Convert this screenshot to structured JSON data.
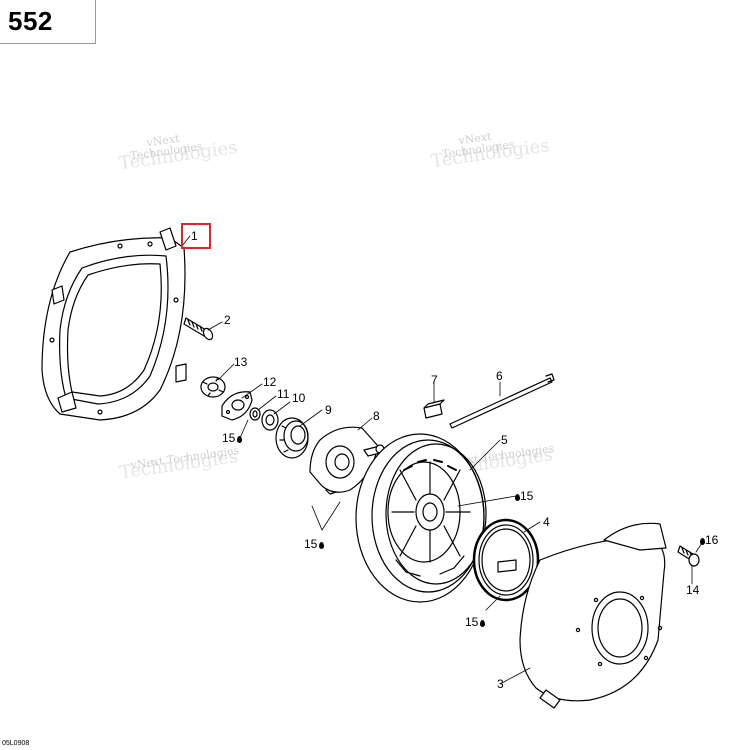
{
  "page_number": "552",
  "watermark": {
    "line1": "vNext",
    "line2": "Technologies",
    "line3": "Technologies"
  },
  "watermark_alt": "vNext Technologies",
  "parts": {
    "p1": "1",
    "p2": "2",
    "p3": "3",
    "p4": "4",
    "p5": "5",
    "p6": "6",
    "p7": "7",
    "p8": "8",
    "p9": "9",
    "p10": "10",
    "p11": "11",
    "p12": "12",
    "p13": "13",
    "p14": "14",
    "p15": "15",
    "p16": "16"
  },
  "drawing_code": "05L0908",
  "colors": {
    "highlight": "#d22a2a",
    "line": "#000000",
    "watermark": "#787878"
  }
}
